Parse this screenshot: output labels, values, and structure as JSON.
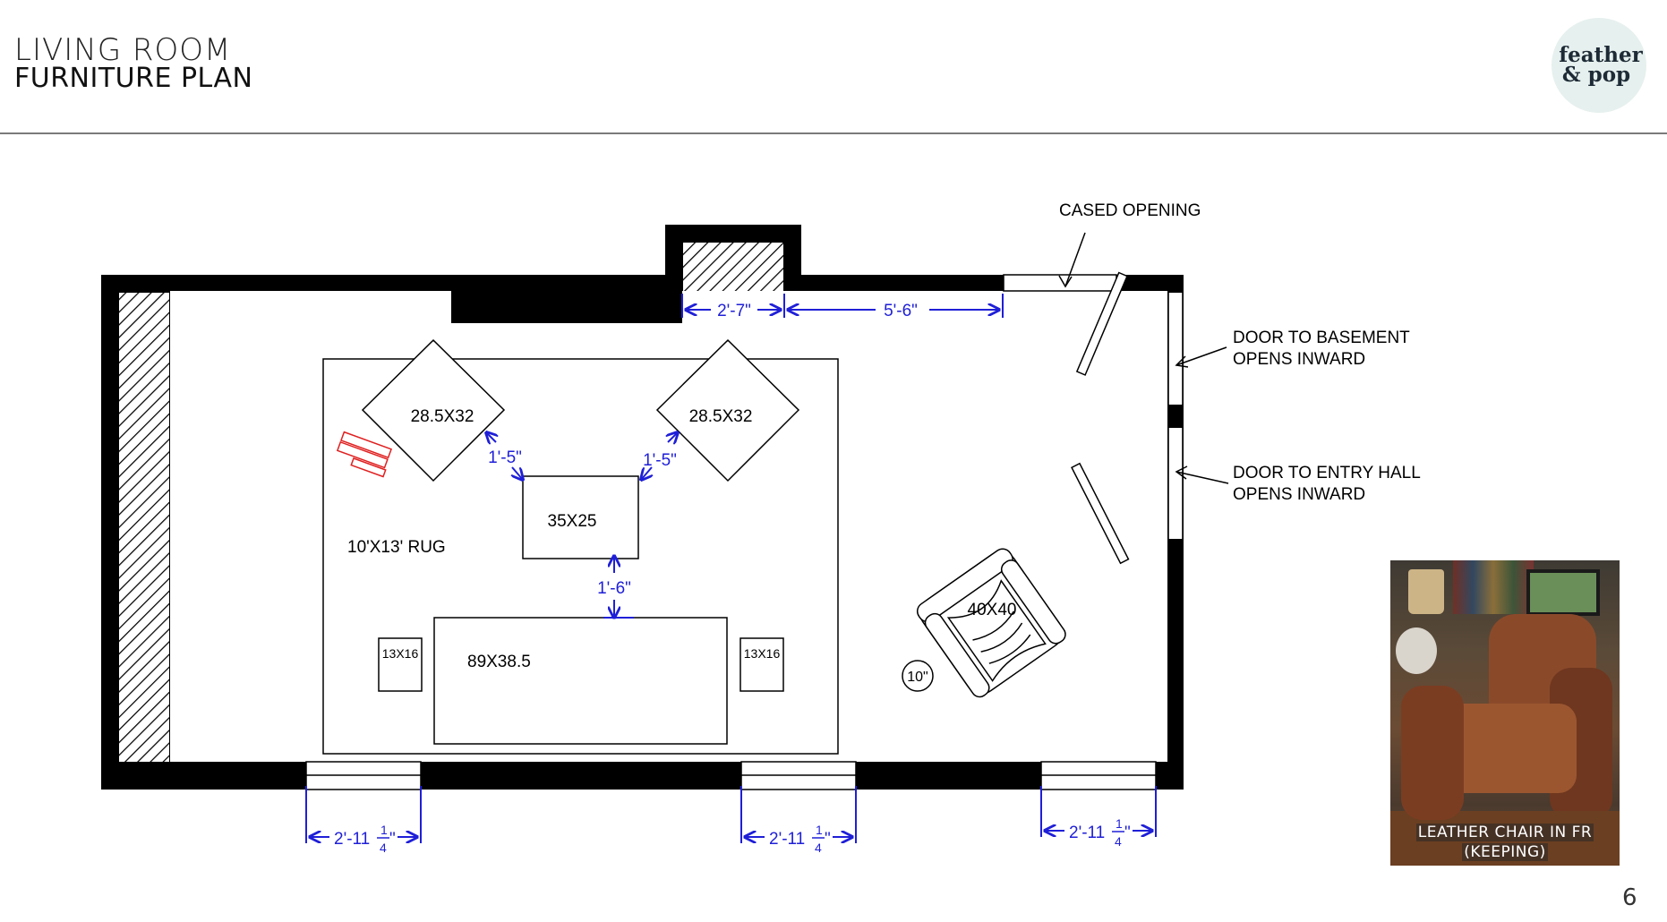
{
  "header": {
    "title_line1": "LIVING ROOM",
    "title_line2": "FURNITURE PLAN"
  },
  "logo": {
    "line1": "feather",
    "line2": "& pop"
  },
  "page_number": "6",
  "plan": {
    "labels": {
      "cased_opening": "CASED OPENING",
      "door_basement_1": "DOOR TO BASEMENT",
      "door_basement_2": "OPENS INWARD",
      "door_entry_1": "DOOR TO ENTRY HALL",
      "door_entry_2": "OPENS INWARD",
      "rug": "10'X13' RUG",
      "chair_left": "28.5X32",
      "chair_right": "28.5X32",
      "ottoman": "35X25",
      "sofa": "89X38.5",
      "side_table_left": "13X16",
      "side_table_right": "13X16",
      "armchair": "40X40",
      "round_table": "10\""
    },
    "dimensions": {
      "niche_width": "2'-7\"",
      "wall_segment": "5'-6\"",
      "chair_gap_left": "1'-5\"",
      "chair_gap_right": "1'-5\"",
      "sofa_gap": "1'-6\"",
      "window_1": "2'-11",
      "window_2": "2'-11",
      "window_3": "2'-11",
      "frac_num": "1",
      "frac_den": "4"
    }
  },
  "photo": {
    "caption_line1": "LEATHER CHAIR IN FR",
    "caption_line2": "(KEEPING)"
  },
  "colors": {
    "dimension": "#1f1fd8",
    "wall": "#000000",
    "fireplace_mark": "#e02020",
    "logo_bg": "#e6f0ee"
  }
}
